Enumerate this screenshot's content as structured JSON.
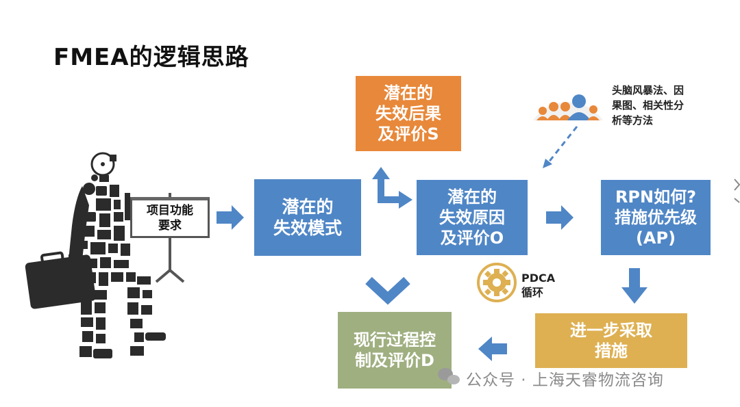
{
  "title": "FMEA的逻辑思路",
  "board": {
    "line1": "项目功能",
    "line2": "要求"
  },
  "boxes": {
    "failure_mode": {
      "line1": "潜在的",
      "line2": "失效模式"
    },
    "effect": {
      "line1": "潜在的",
      "line2": "失效后果",
      "line3": "及评价S"
    },
    "cause": {
      "line1": "潜在的",
      "line2": "失效原因",
      "line3": "及评价O"
    },
    "rpn": {
      "line1": "RPN如何?",
      "line2": "措施优先级",
      "line3": "(AP)"
    },
    "action": {
      "line1": "进一步采取",
      "line2": "措施"
    },
    "control": {
      "line1": "现行过程控",
      "line2": "制及评价D"
    }
  },
  "side_note": {
    "line1": "头脑风暴法、因",
    "line2": "果图、相关性分",
    "line3": "析等方法"
  },
  "pdca": {
    "line1": "PDCA",
    "line2": "循环"
  },
  "watermark": "公众号 · 上海天睿物流咨询",
  "colors": {
    "blue": "#4f86c6",
    "orange": "#e8883a",
    "gold": "#deb052",
    "olive": "#9faf80"
  }
}
